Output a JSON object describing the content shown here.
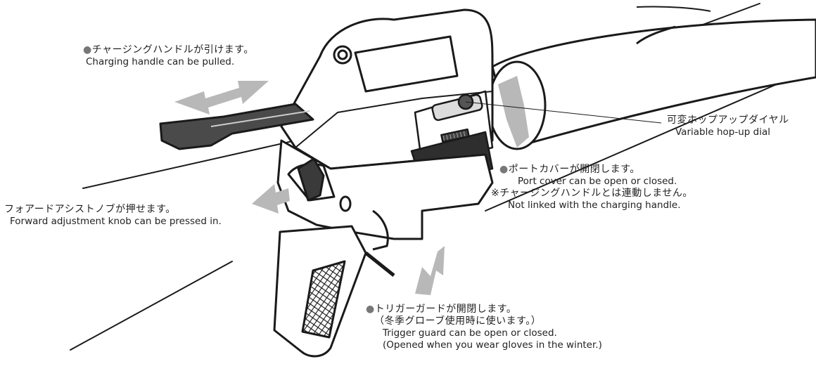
{
  "callouts": {
    "charging_handle": {
      "bullet": "●",
      "jp": "チャージングハンドルが引けます。",
      "en": "Charging handle can be pulled."
    },
    "hop_up": {
      "jp": "可変ホップアップダイヤル",
      "en": "Variable hop-up dial"
    },
    "port_cover": {
      "bullet": "●",
      "jp": "ポートカバーが開閉します。",
      "en": "Port cover can be open or closed.",
      "note_jp": "※チャージングハンドルとは連動しません。",
      "note_en": "Not linked with the charging handle."
    },
    "forward_assist": {
      "jp": "フォアードアシストノブが押せます。",
      "en": "Forward adjustment knob can be pressed in."
    },
    "trigger_guard": {
      "bullet": "●",
      "jp": "トリガーガードが開閉します。",
      "jp_sub": "（冬季グローブ使用時に使います。）",
      "en": "Trigger guard can be open or closed.",
      "en_sub": "(Opened when you wear gloves in the winter.)"
    }
  },
  "colors": {
    "line": "#1a1a1a",
    "arrow_fill": "#b8b8b8",
    "panel_fill": "#2e2e2e"
  }
}
